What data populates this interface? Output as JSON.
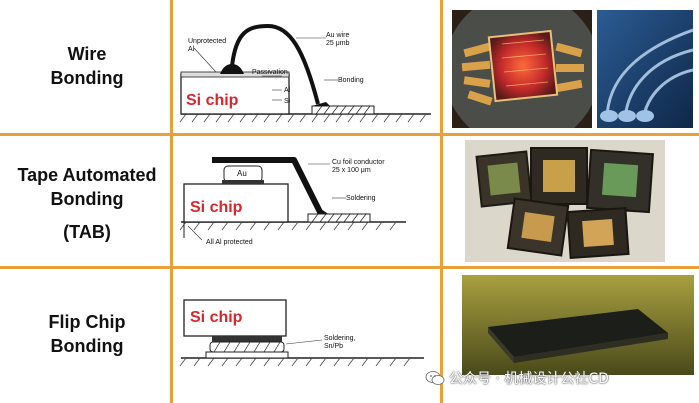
{
  "rows": [
    {
      "label_line1": "Wire",
      "label_line2": "Bonding",
      "label_line3": ""
    },
    {
      "label_line1": "Tape Automated",
      "label_line2": "Bonding",
      "label_line3": "(TAB)"
    },
    {
      "label_line1": "Flip Chip",
      "label_line2": "Bonding",
      "label_line3": ""
    }
  ],
  "wire_diagram": {
    "unprotected": "Unprotected",
    "al_left": "Al",
    "au_wire_1": "Au wire",
    "au_wire_2": "25 μmb",
    "passivation": "Passivation",
    "bonding": "Bonding",
    "al": "Al",
    "si": "Si",
    "chip": "Si chip"
  },
  "tab_diagram": {
    "au": "Au",
    "cu_foil_1": "Cu foil conductor",
    "cu_foil_2": "25 x 100 μm",
    "soldering": "Soldering",
    "chip": "Si chip",
    "all_al": "All Al protected"
  },
  "flip_diagram": {
    "chip": "Si chip",
    "soldering_1": "Soldering,",
    "soldering_2": "Sn/Pb"
  },
  "watermark": {
    "text": "公众号 · 机械设计公社CD"
  },
  "colors": {
    "divider": "#e8a13a",
    "chip_label": "#d8262b",
    "background": "#ffffff"
  }
}
